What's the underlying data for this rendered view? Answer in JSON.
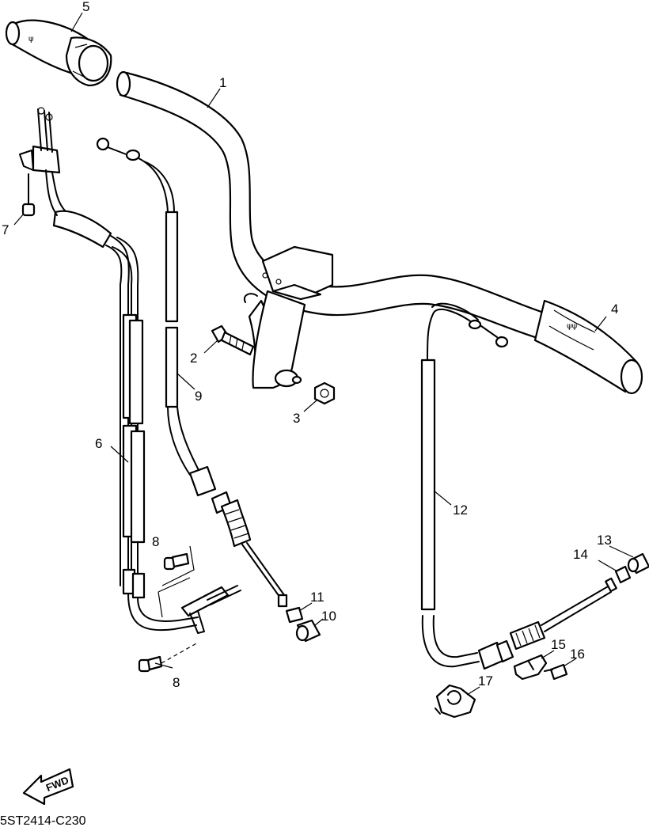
{
  "callouts": [
    {
      "id": "c1",
      "label": "1"
    },
    {
      "id": "c2",
      "label": "2"
    },
    {
      "id": "c3",
      "label": "3"
    },
    {
      "id": "c4",
      "label": "4"
    },
    {
      "id": "c5",
      "label": "5"
    },
    {
      "id": "c6",
      "label": "6"
    },
    {
      "id": "c7",
      "label": "7"
    },
    {
      "id": "c8a",
      "label": "8"
    },
    {
      "id": "c8b",
      "label": "8"
    },
    {
      "id": "c9",
      "label": "9"
    },
    {
      "id": "c10",
      "label": "10"
    },
    {
      "id": "c11",
      "label": "11"
    },
    {
      "id": "c12",
      "label": "12"
    },
    {
      "id": "c13",
      "label": "13"
    },
    {
      "id": "c14",
      "label": "14"
    },
    {
      "id": "c15",
      "label": "15"
    },
    {
      "id": "c16",
      "label": "16"
    },
    {
      "id": "c17",
      "label": "17"
    }
  ],
  "direction_label": "FWD",
  "diagram_code": "5ST2414-C230"
}
